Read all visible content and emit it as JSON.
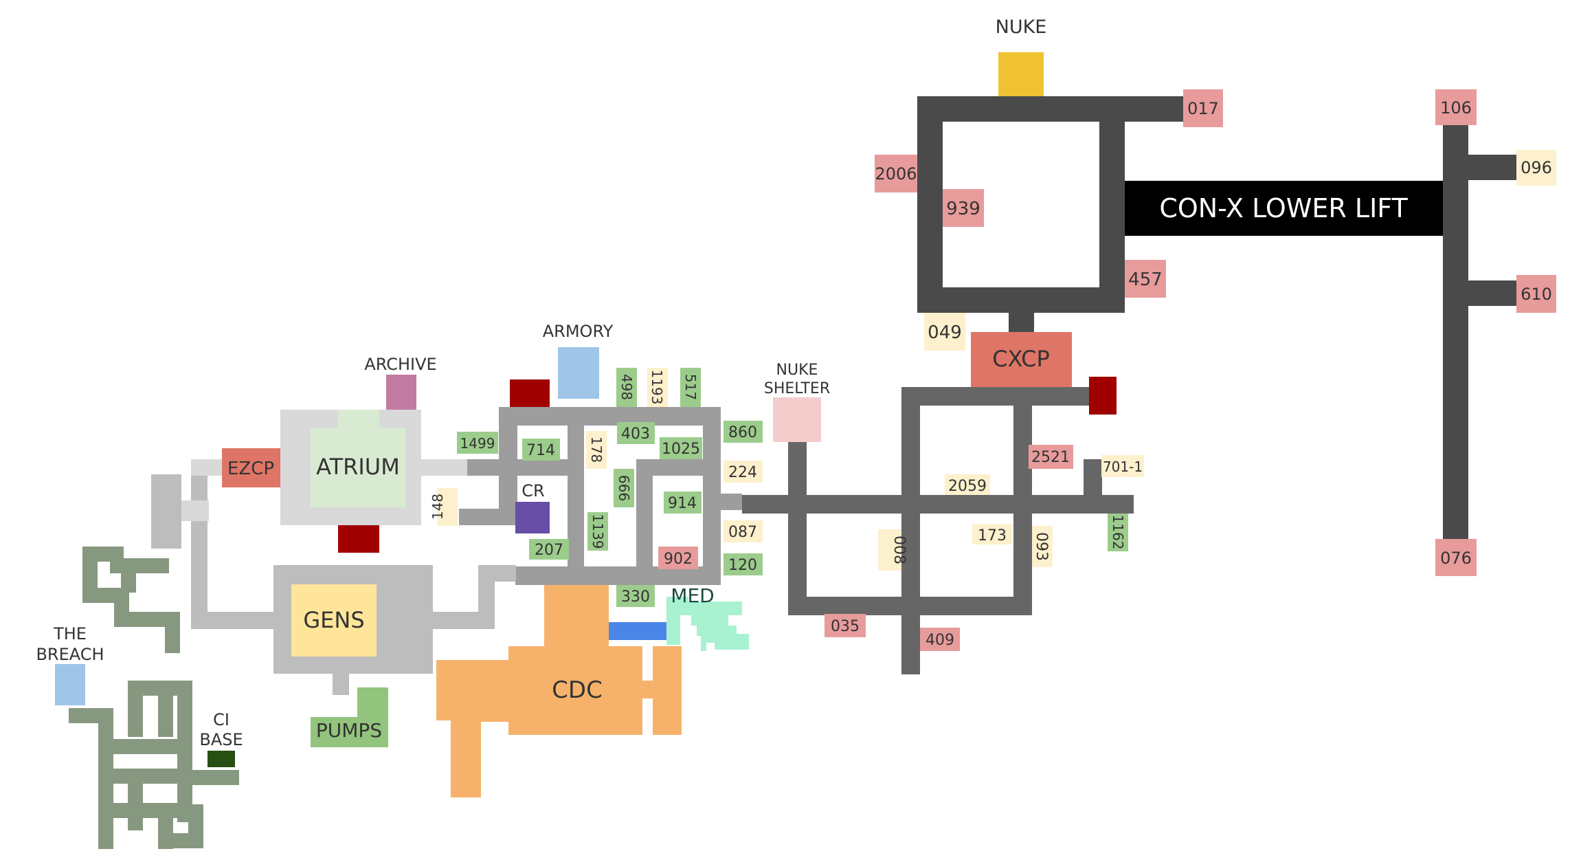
{
  "map": {
    "colors": {
      "corridor_dark": "#4a4a4a",
      "corridor_mid": "#666666",
      "corridor_gray": "#9d9d9d",
      "corridor_light": "#bdbdbd",
      "corridor_pale": "#d9d9d9",
      "corridor_green": "#879880",
      "scp_red": "#e79b9b",
      "scp_yellow": "#fdf0cc",
      "scp_green": "#9ccc8c",
      "checkpoint": "#df7566",
      "dark_red": "#a00000",
      "nuke": "#f1c232",
      "cdc": "#f6b26b",
      "atrium": "#d9ead3",
      "gens": "#ffe599",
      "pumps": "#93c47d",
      "archive": "#c27ba0",
      "armory": "#9fc5e8",
      "breach": "#9fc5e8",
      "cr": "#674ea7",
      "ci_base": "#274e13",
      "med": "#a8f2d2",
      "med_lift": "#4a86e8",
      "nuke_shelter": "#f4cccc",
      "lift_bar": "#000000"
    },
    "labels": {
      "nuke": "NUKE",
      "con_x_lower_lift": "CON-X LOWER LIFT",
      "cxcp": "CXCP",
      "nuke_shelter_line1": "NUKE",
      "nuke_shelter_line2": "SHELTER",
      "armory": "ARMORY",
      "archive": "ARCHIVE",
      "ezcp": "EZCP",
      "atrium": "ATRIUM",
      "cr": "CR",
      "gens": "GENS",
      "pumps": "PUMPS",
      "cdc": "CDC",
      "med": "MED",
      "breach_line1": "THE",
      "breach_line2": "BREACH",
      "ci_base_line1": "CI",
      "ci_base_line2": "BASE"
    },
    "scp_rooms": {
      "s017": "017",
      "s106": "106",
      "s096": "096",
      "s2006": "2006",
      "s939": "939",
      "s457": "457",
      "s610": "610",
      "s049": "049",
      "s076": "076",
      "s2521": "2521",
      "s701_1": "701-1",
      "s2059": "2059",
      "s1162": "1162",
      "s173": "173",
      "s008": "008",
      "s093": "093",
      "s035": "035",
      "s409": "409",
      "s498": "498",
      "s1193": "1193",
      "s517": "517",
      "s860": "860",
      "s1499": "1499",
      "s714": "714",
      "s178": "178",
      "s403": "403",
      "s1025": "1025",
      "s224": "224",
      "s148": "148",
      "s666": "666",
      "s914": "914",
      "s087": "087",
      "s1139": "1139",
      "s207": "207",
      "s902": "902",
      "s120": "120",
      "s330": "330"
    }
  }
}
